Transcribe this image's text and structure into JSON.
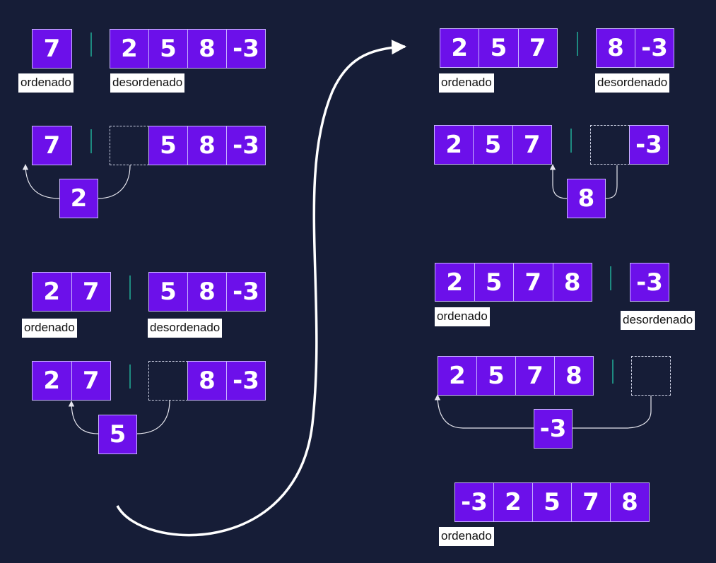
{
  "labels": {
    "sorted": "ordenado",
    "unsorted": "desordenado"
  },
  "steps": [
    {
      "id": "step-1",
      "sorted": [
        "7"
      ],
      "unsorted": [
        "2",
        "5",
        "8",
        "-3"
      ],
      "sorted_label": "ordenado",
      "unsorted_label": "desordenado"
    },
    {
      "id": "step-1-insert",
      "sorted": [
        "7"
      ],
      "unsorted": [
        "5",
        "8",
        "-3"
      ],
      "moving": "2"
    },
    {
      "id": "step-2",
      "sorted": [
        "2",
        "7"
      ],
      "unsorted": [
        "5",
        "8",
        "-3"
      ],
      "sorted_label": "ordenado",
      "unsorted_label": "desordenado"
    },
    {
      "id": "step-2-insert",
      "sorted": [
        "2",
        "7"
      ],
      "unsorted": [
        "8",
        "-3"
      ],
      "moving": "5"
    },
    {
      "id": "step-3",
      "sorted": [
        "2",
        "5",
        "7"
      ],
      "unsorted": [
        "8",
        "-3"
      ],
      "sorted_label": "ordenado",
      "unsorted_label": "desordenado"
    },
    {
      "id": "step-3-insert",
      "sorted": [
        "2",
        "5",
        "7"
      ],
      "unsorted": [
        "-3"
      ],
      "moving": "8"
    },
    {
      "id": "step-4",
      "sorted": [
        "2",
        "5",
        "7",
        "8"
      ],
      "unsorted": [
        "-3"
      ],
      "sorted_label": "ordenado",
      "unsorted_label": "desordenado"
    },
    {
      "id": "step-4-insert",
      "sorted": [
        "2",
        "5",
        "7",
        "8"
      ],
      "unsorted": [],
      "moving": "-3"
    },
    {
      "id": "final",
      "sorted": [
        "-3",
        "2",
        "5",
        "7",
        "8"
      ],
      "sorted_label": "ordenado"
    }
  ],
  "colors": {
    "background": "#161d37",
    "cell_fill": "#6c10ea",
    "cell_border": "#c9b3ff",
    "divider": "#1e8a80",
    "connector": "#e6e6ee"
  }
}
